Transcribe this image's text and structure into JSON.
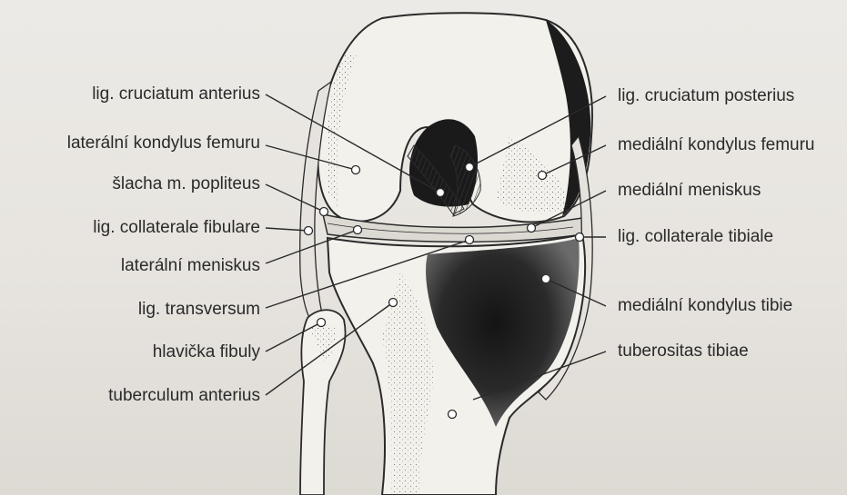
{
  "labels": {
    "lig_cruciatum_anterius": "lig. cruciatum anterius",
    "lateralni_kondylus_femuru": "laterální kondylus femuru",
    "slacha_m_popliteus": "šlacha m. popliteus",
    "lig_collaterale_fibulare": "lig. collaterale fibulare",
    "lateralni_meniskus": "laterální meniskus",
    "lig_transversum": "lig. transversum",
    "hlavicka_fibuly": "hlavička fibuly",
    "tuberculum_anterius": "tuberculum anterius",
    "lig_cruciatum_posterius": "lig. cruciatum posterius",
    "medialni_kondylus_femuru": "mediální kondylus femuru",
    "medialni_meniskus": "mediální meniskus",
    "lig_collaterale_tibiale": "lig. collaterale tibiale",
    "medialni_kondylus_tibie": "mediální kondylus tibie",
    "tuberositas_tibiae": "tuberositas tibiae"
  },
  "colors": {
    "paper": "#e9e6e1",
    "ink": "#2a2a2a",
    "shade": "#1c1c1c",
    "bone_light": "#f3f1ec"
  }
}
